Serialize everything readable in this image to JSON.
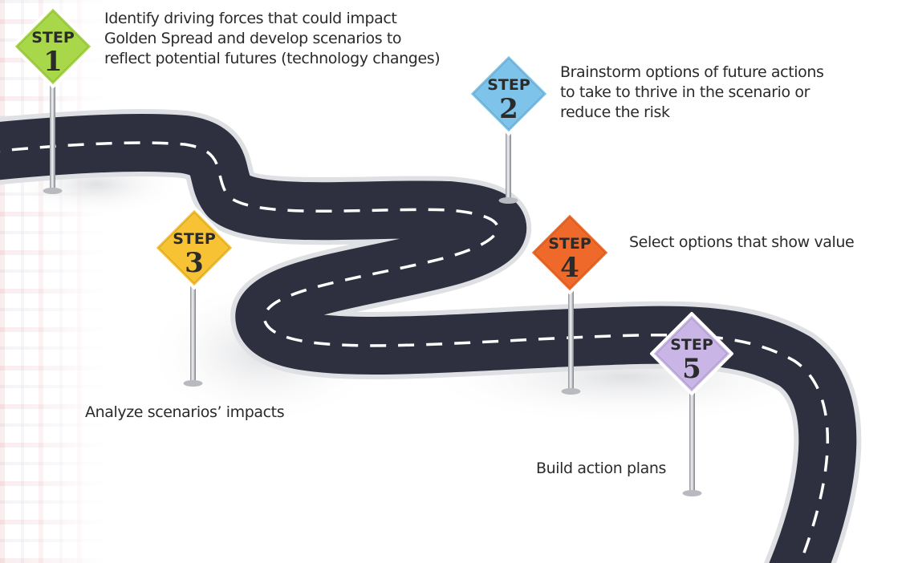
{
  "steps": [
    {
      "id": "1",
      "label": "STEP",
      "number": "1",
      "color": "#a8d84a",
      "text": [
        "Identify driving forces that could impact",
        "Golden Spread and develop scenarios to",
        "reflect potential futures (technology changes)"
      ]
    },
    {
      "id": "2",
      "label": "STEP",
      "number": "2",
      "color": "#7ec3ea",
      "text": [
        "Brainstorm options of future actions",
        "to take to thrive in the scenario or",
        "reduce the risk"
      ]
    },
    {
      "id": "3",
      "label": "STEP",
      "number": "3",
      "color": "#f7c233",
      "text": [
        "Analyze scenarios’ impacts"
      ]
    },
    {
      "id": "4",
      "label": "STEP",
      "number": "4",
      "color": "#ef6a2a",
      "text": [
        "Select options that show value"
      ]
    },
    {
      "id": "5",
      "label": "STEP",
      "number": "5",
      "color": "#c9b6e6",
      "text": [
        "Build action plans"
      ]
    }
  ],
  "road_color": "#2e3040",
  "dash_color": "#ffffff"
}
